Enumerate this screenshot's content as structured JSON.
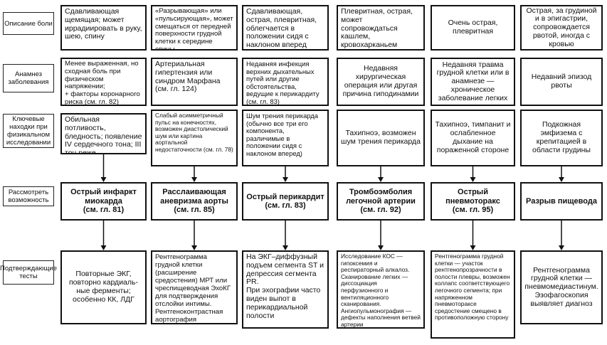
{
  "row_labels": [
    "Описание боли",
    "Анамнез заболевания",
    "Ключевые находки при физикальном исследовании",
    "Рассмотреть возможность",
    "Подтверждающие тесты"
  ],
  "columns": [
    {
      "pain": "Сдавливающая щемящая; может иррадиировать в руку, шею, спину",
      "history": "Менее выраженная, но сходная боль при физическом напряжении;\n+ факторы коронарного риска (см. гл. 82)",
      "exam": "Обильная потливость, бледность; появление IV сердечного тона; III тон реже",
      "dx": "Острый инфаркт миокарда\n(см. гл. 81)",
      "tests": "Повторные ЭКГ, повторно кардиаль-ные ферменты; особенно КК, ЛДГ"
    },
    {
      "pain": "«Разрывающая» или «пульсирующая», может смещаться от передней поверхности грудной клетки к середине спины",
      "history": "Артериальная гипертензия или синдром Марфана (см. гл. 124)",
      "exam": "Слабый асимметричный пульс на конечностях, возможен диастолический шум или картина аортальной недостаточности (см. гл. 78)",
      "dx": "Расслаивающая аневризма аорты\n(см. гл. 85)",
      "tests": "Рентгенограмма грудной клетки (расширение средостения) МРТ или чреспищеводная ЭхоКГ для подтверждения отслойки интимы. Рентгеноконтрастная аортография"
    },
    {
      "pain": "Сдавливающая, острая, плевритная, облегчается в положении сидя с наклоном вперед",
      "history": "Недавняя инфекция верхних дыхательных путей или другие обстоятельства, ведущие к перикардиту (см. гл. 83)",
      "exam": "Шум трения перикарда (обычно все три его компонента, различимые в положении сидя с наклоном вперед)",
      "dx": "Острый перикардит\n(см. гл. 83)",
      "tests": "На ЭКГ–диффузный подъем сегмента ST и депрессия сегмента PR.\nПри эхографии часто виден выпот в перикардиальной полости"
    },
    {
      "pain": "Плевритная, острая, может сопровождаться кашлем, кровохарканьем",
      "history": "Недавняя хирургическая операция или другая причина гиподинамии",
      "exam": "Тахипноэ, возможен шум трения перикарда",
      "dx": "Тромбоэмболия легочной артерии\n(см. гл. 92)",
      "tests": "Исследование КОС — гипоксемия и респираторный алкалоз. Сканирование легких — диссоциация перфузионного и вентиляционного сканирования. Ангиопульмонография — дефекты наполнения ветвей артерии"
    },
    {
      "pain": "Очень острая, плевритная",
      "history": "Недавняя травма грудной клетки или в анамнезе — хроническое заболевание легких",
      "exam": "Тахипноэ, тимпанит и ослабленное дыхание на пораженной стороне",
      "dx": "Острый пневмоторакс\n(см. гл. 95)",
      "tests": "Рентгенограмма грудной клетки — участок рентгенопрозрачности в полости плевры, возможен коллапс соответствующего легочного сегмента; при напряженном пневмотораксе средостение смещено в противоположную сторону"
    },
    {
      "pain": "Острая, за грудиной и в эпигастрии, сопровождается рвотой, иногда с кровью",
      "history": "Недавний эпизод рвоты",
      "exam": "Подкожная эмфизема с крепитацией в области грудины",
      "dx": "Разрыв пищевода",
      "tests": "Рентгенограмма грудной клетки — пневмомедиастинум. Эзофагоскопия выявляет диагноз"
    }
  ]
}
